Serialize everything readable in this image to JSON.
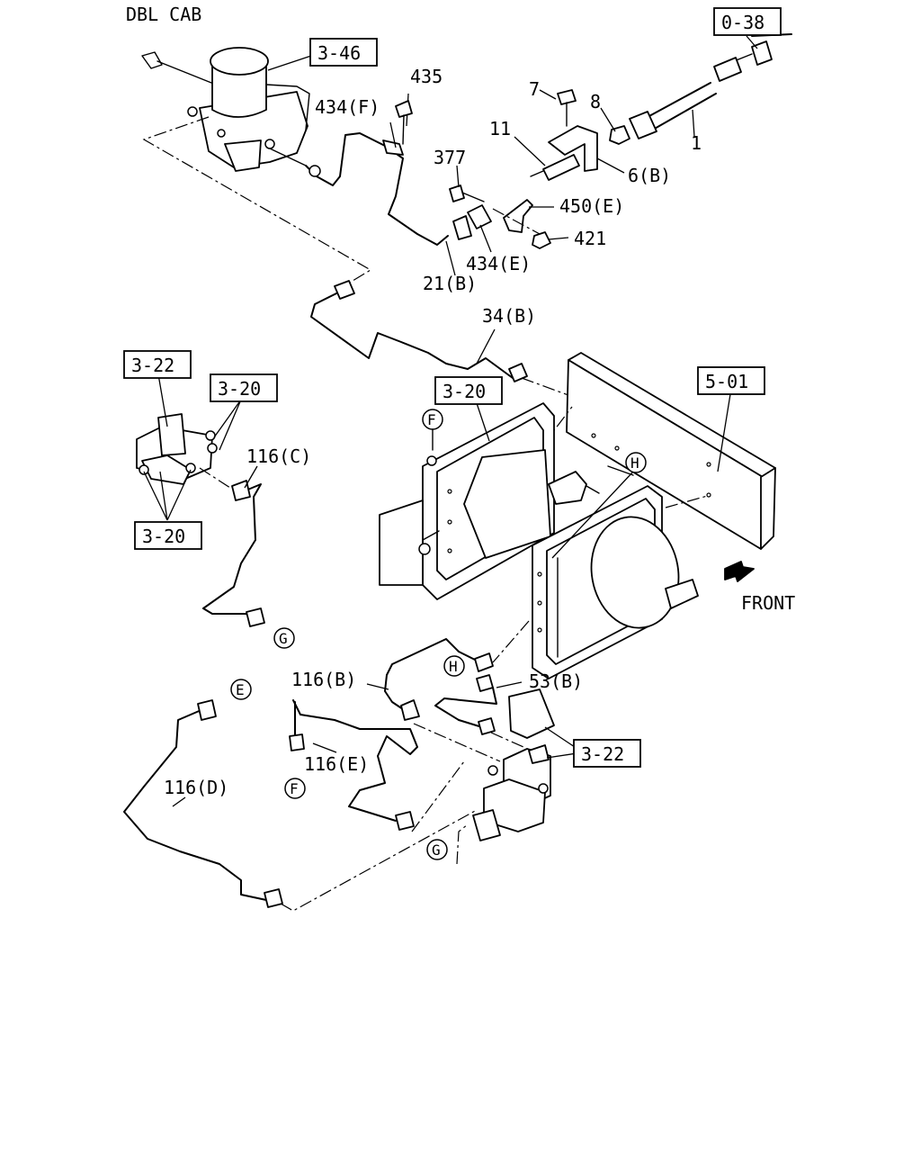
{
  "header": {
    "title": "DBL CAB"
  },
  "refs": {
    "r_346": "3-46",
    "r_038": "0-38",
    "r_322a": "3-22",
    "r_320a": "3-20",
    "r_320b": "3-20",
    "r_320c": "3-20",
    "r_501": "5-01",
    "r_322b": "3-22"
  },
  "parts": {
    "p435": "435",
    "p434f": "434(F)",
    "p7": "7",
    "p8": "8",
    "p11": "11",
    "p1": "1",
    "p377": "377",
    "p6b": "6(B)",
    "p450e": "450(E)",
    "p421": "421",
    "p434e": "434(E)",
    "p21b": "21(B)",
    "p34b": "34(B)",
    "p116c": "116(C)",
    "p116b": "116(B)",
    "p53b": "53(B)",
    "p116e": "116(E)",
    "p116d": "116(D)"
  },
  "connectors": {
    "f1": "F",
    "h1": "H",
    "g1": "G",
    "h2": "H",
    "e1": "E",
    "f2": "F",
    "g2": "G"
  },
  "direction_label": "FRONT"
}
